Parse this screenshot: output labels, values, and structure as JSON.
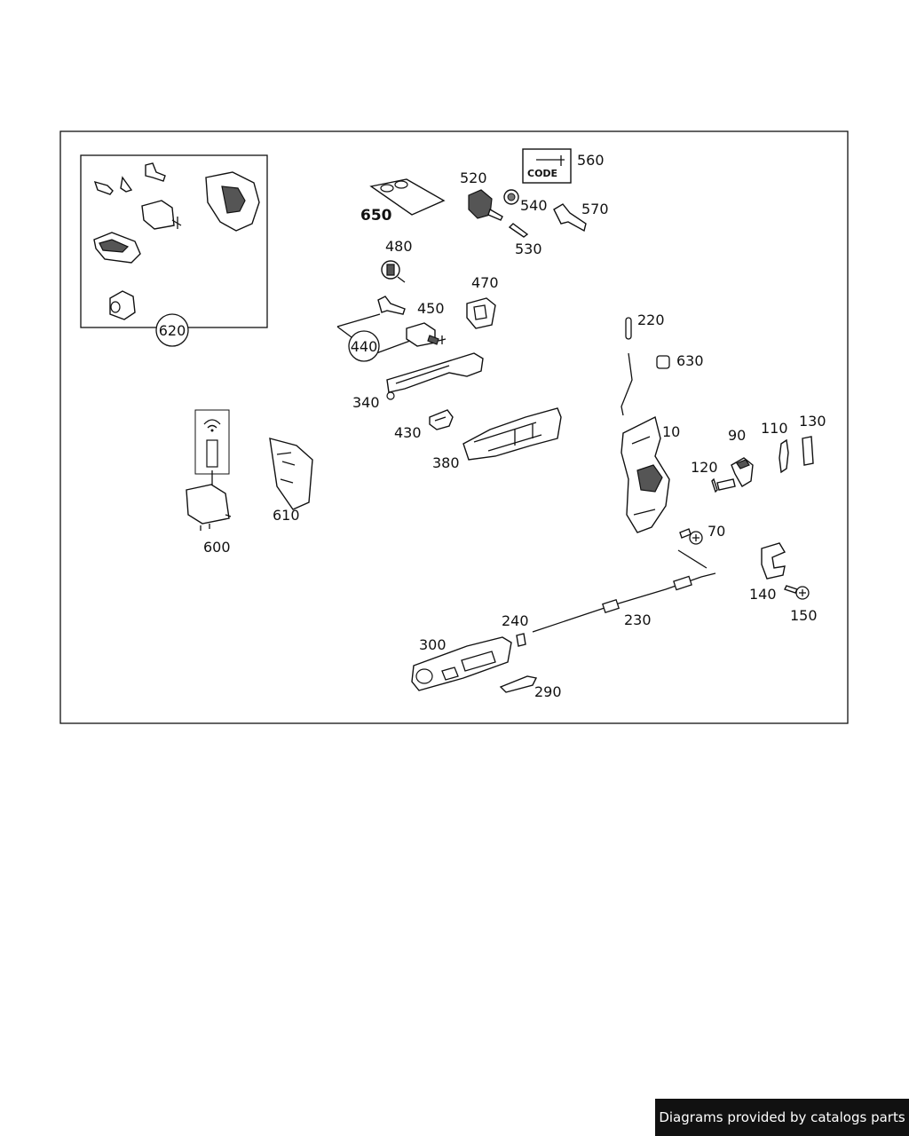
{
  "diagram": {
    "callouts": {
      "c10": "10",
      "c70": "70",
      "c90": "90",
      "c110": "110",
      "c120": "120",
      "c130": "130",
      "c140": "140",
      "c150": "150",
      "c220": "220",
      "c230": "230",
      "c240": "240",
      "c290": "290",
      "c300": "300",
      "c340": "340",
      "c380": "380",
      "c430": "430",
      "c440": "440",
      "c450": "450",
      "c470": "470",
      "c480": "480",
      "c520": "520",
      "c530": "530",
      "c540": "540",
      "c560": "560",
      "c570": "570",
      "c600": "600",
      "c610": "610",
      "c620": "620",
      "c630": "630",
      "c650": "650"
    },
    "code_label": "CODE"
  },
  "footer": {
    "credit": "Diagrams provided by catalogs parts"
  }
}
